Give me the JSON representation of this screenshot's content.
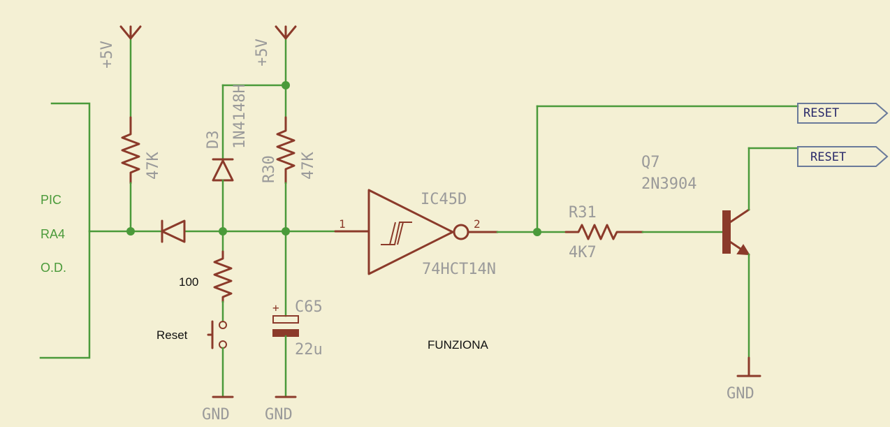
{
  "labels": {
    "pic": "PIC",
    "ra4": "RA4",
    "od": "O.D.",
    "res1": "100",
    "reset_button": "Reset",
    "note": "FUNZIONA",
    "vcc": "+5V",
    "gnd": "GND",
    "r_left": "47K",
    "d3_name": "D3",
    "d3_part": "1N4148H",
    "r30_name": "R30",
    "r30_value": "47K",
    "ic_name": "IC45D",
    "ic_part": "74HCT14N",
    "pin_in": "1",
    "pin_out": "2",
    "r31_name": "R31",
    "r31_value": "4K7",
    "c65_name": "C65",
    "c65_value": "22u",
    "c65_plus": "+",
    "q7_name": "Q7",
    "q7_part": "2N3904",
    "reset_net": "RESET"
  }
}
